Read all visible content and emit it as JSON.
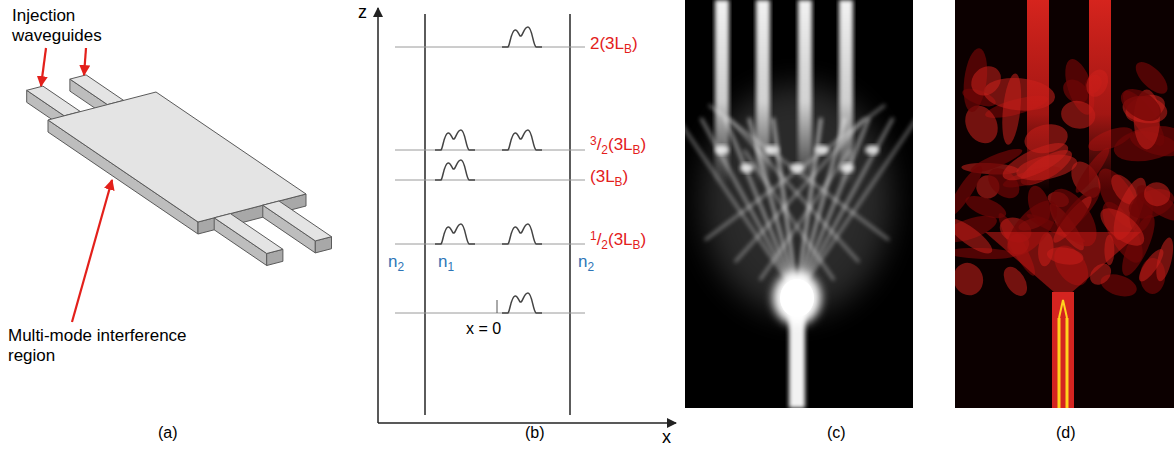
{
  "diagram": {
    "labels": [
      "Injection waveguides",
      "Multi-mode interference region",
      "z",
      "x",
      "2(3LB)",
      "3/2(3LB)",
      "(3LB)",
      "1/2(3LB)",
      "n2",
      "n1",
      "n2",
      "x = 0",
      "(a)",
      "(b)",
      "(c)",
      "(d)"
    ]
  }
}
